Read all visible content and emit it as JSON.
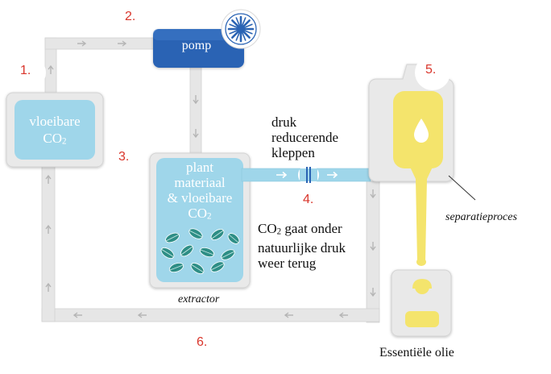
{
  "steps": {
    "s1": "1.",
    "s2": "2.",
    "s3": "3.",
    "s4": "4.",
    "s5": "5.",
    "s6": "6."
  },
  "labels": {
    "pump": "pomp",
    "tank_line1": "vloeibare",
    "tank_line2": "CO",
    "tank_sub": "2",
    "extractor_line1": "plant",
    "extractor_line2": "materiaal",
    "extractor_line3": "& vloeibare",
    "extractor_line4": "CO",
    "extractor_sub": "2",
    "extractor_caption": "extractor",
    "valves_line1": "druk",
    "valves_line2": "reducerende",
    "valves_line3": "kleppen",
    "return_prefix": "CO",
    "return_sub": "2",
    "return_line1_rest": " gaat onder",
    "return_line2": "natuurlijke druk",
    "return_line3": "weer terug",
    "separation": "separatieproces",
    "oil": "Essentiële olie"
  },
  "colors": {
    "pipe": "#e6e6e6",
    "pipe_arrow": "#b5b5b5",
    "pump_blue": "#2b64b4",
    "liquid_blue": "#9fd6ea",
    "leaf_green": "#2e8e86",
    "oil_yellow": "#f4e46c",
    "step_red": "#d9352b"
  },
  "icons": [
    "fan-icon",
    "oil-drop-icon",
    "leaf-icon",
    "arrow-icon"
  ]
}
